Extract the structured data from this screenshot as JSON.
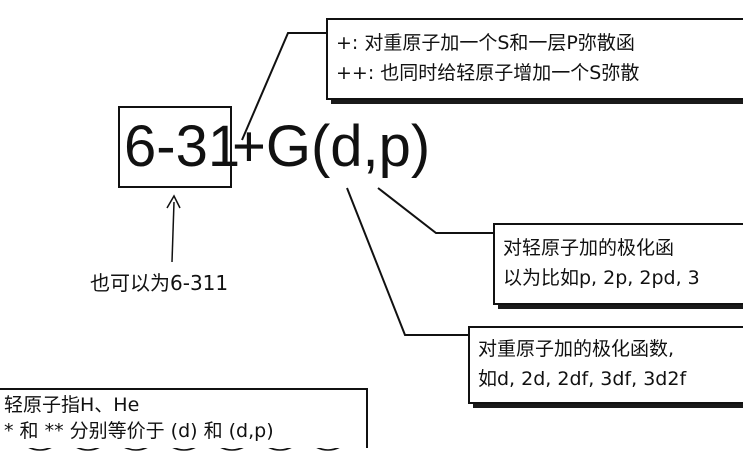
{
  "formula": {
    "basis": "6-31",
    "suffix": "+G(d,p)"
  },
  "diffuse_note": {
    "line1": "+: 对重原子加一个S和一层P弥散函",
    "line2": "++: 也同时给轻原子增加一个S弥散"
  },
  "light_atom_polarization_note": {
    "line1": "对轻原子加的极化函",
    "line2": "以为比如p, 2p, 2pd, 3"
  },
  "heavy_atom_polarization_note": {
    "line1": "对重原子加的极化函数,",
    "line2": "如d, 2d, 2df, 3df, 3d2f"
  },
  "alt_note": "也可以为6-311",
  "bottom_note": {
    "line1": "轻原子指H、He",
    "line2": "* 和 ** 分别等价于 (d) 和 (d,p)"
  }
}
